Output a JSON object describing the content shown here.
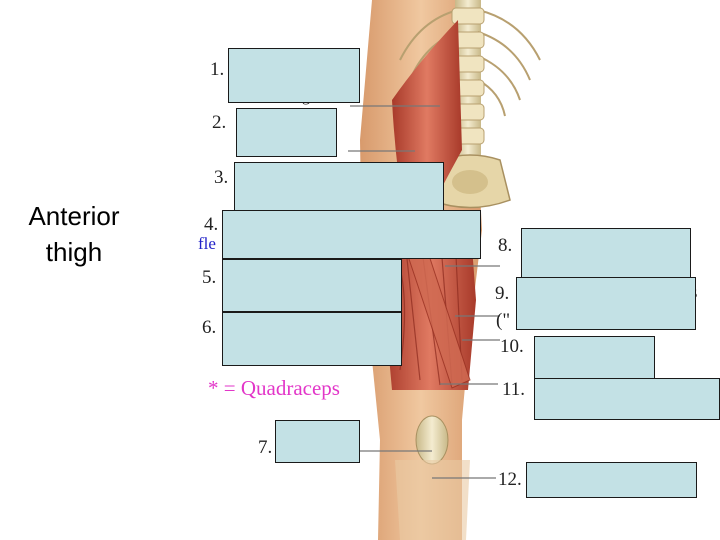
{
  "title": "Anterior\nthigh",
  "labels": {
    "n1": "1.",
    "n2": "2.",
    "n3": "3.",
    "n4": "4.",
    "n5": "5.",
    "n6": "6.",
    "n7": "7.",
    "n8": "8.",
    "n9": "9.",
    "n10": "10.",
    "n11": "11.",
    "n12": "12."
  },
  "fragments": {
    "flex": "fle",
    "ps": "s",
    "paren": "(\"",
    "g": "g"
  },
  "legend": "* = Quadraceps",
  "colors": {
    "box_fill": "#c3e1e5",
    "legend": "#e236c8",
    "fragment_blue": "#2323c8",
    "muscle": "#c8503c",
    "bone": "#e8dcb0",
    "skin": "#e8b88c"
  }
}
